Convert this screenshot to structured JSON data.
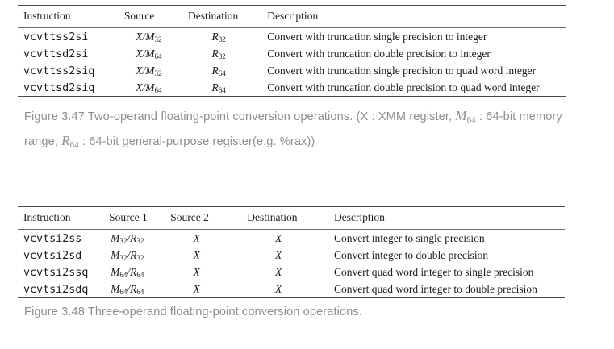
{
  "page": {
    "background": "#ffffff",
    "text_color": "#1a1a1a",
    "caption_color": "#8e8e8e",
    "rule_color": "#4a4a4a"
  },
  "figure_3_47": {
    "table": {
      "headers": [
        "Instruction",
        "Source",
        "Destination",
        "Description"
      ],
      "rows": [
        {
          "instruction": "vcvttss2si",
          "source_base": "X/M",
          "source_sub": "32",
          "destination_base": "R",
          "destination_sub": "32",
          "description": "Convert with truncation single precision to integer"
        },
        {
          "instruction": "vcvttsd2si",
          "source_base": "X/M",
          "source_sub": "64",
          "destination_base": "R",
          "destination_sub": "32",
          "description": "Convert with truncation double precision to integer"
        },
        {
          "instruction": "vcvttss2siq",
          "source_base": "X/M",
          "source_sub": "32",
          "destination_base": "R",
          "destination_sub": "64",
          "description": "Convert with truncation single precision to quad word integer"
        },
        {
          "instruction": "vcvttsd2siq",
          "source_base": "X/M",
          "source_sub": "64",
          "destination_base": "R",
          "destination_sub": "64",
          "description": "Convert with truncation double precision to quad word integer"
        }
      ]
    },
    "caption": {
      "part1": "Figure 3.47 Two-operand floating-point conversion operations. (X : XMM register, ",
      "math1_base": "M",
      "math1_sub": "64",
      "part2": " : 64-bit memory range, ",
      "math2_base": "R",
      "math2_sub": "64",
      "part3": " : 64-bit general-purpose register(e.g. %rax))"
    }
  },
  "figure_3_48": {
    "table": {
      "headers": [
        "Instruction",
        "Source 1",
        "Source 2",
        "Destination",
        "Description"
      ],
      "rows": [
        {
          "instruction": "vcvtsi2ss",
          "source1_base_a": "M",
          "source1_sub_a": "32",
          "source1_base_b": "R",
          "source1_sub_b": "32",
          "source2": "X",
          "destination": "X",
          "description": "Convert integer to single precision"
        },
        {
          "instruction": "vcvtsi2sd",
          "source1_base_a": "M",
          "source1_sub_a": "32",
          "source1_base_b": "R",
          "source1_sub_b": "32",
          "source2": "X",
          "destination": "X",
          "description": "Convert integer to double precision"
        },
        {
          "instruction": "vcvtsi2ssq",
          "source1_base_a": "M",
          "source1_sub_a": "64",
          "source1_base_b": "R",
          "source1_sub_b": "64",
          "source2": "X",
          "destination": "X",
          "description": "Convert quad word integer to single precision"
        },
        {
          "instruction": "vcvtsi2sdq",
          "source1_base_a": "M",
          "source1_sub_a": "64",
          "source1_base_b": "R",
          "source1_sub_b": "64",
          "source2": "X",
          "destination": "X",
          "description": "Convert quad word integer to double precision"
        }
      ]
    },
    "caption": {
      "full": "Figure 3.48 Three-operand floating-point conversion operations."
    }
  }
}
